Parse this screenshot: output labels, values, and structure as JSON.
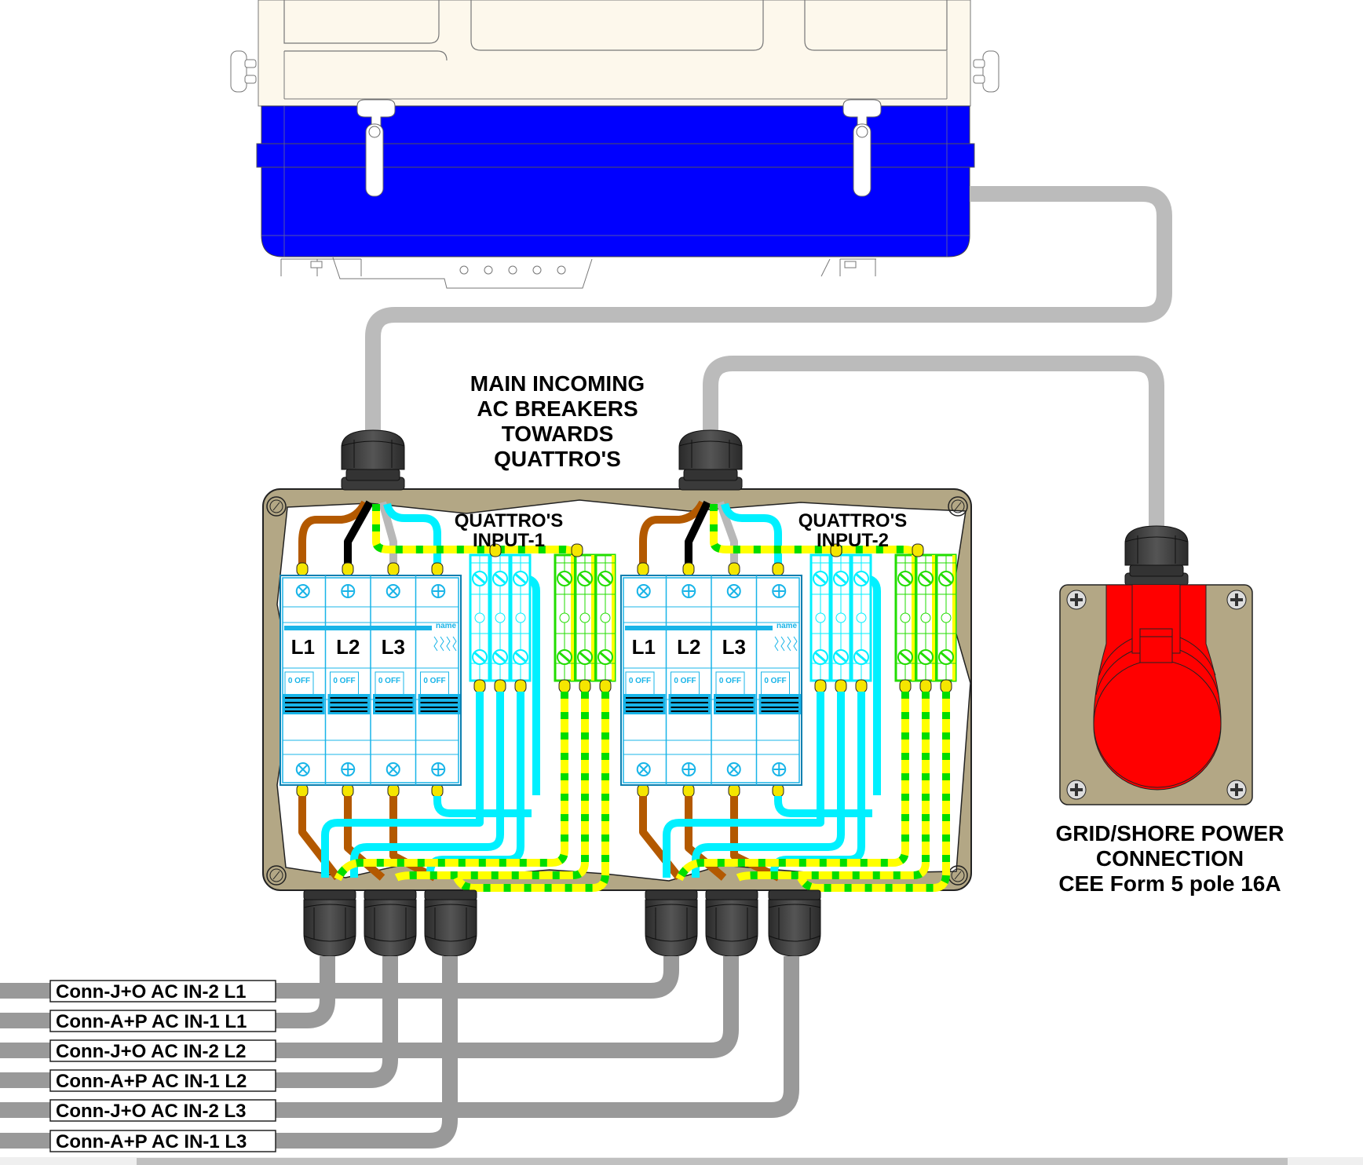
{
  "title": {
    "main_line1": "MAIN INCOMING",
    "main_line2": "AC BREAKERS",
    "main_line3": "TOWARDS",
    "main_line4": "QUATTRO'S"
  },
  "panels": [
    {
      "label_line1": "QUATTRO'S",
      "label_line2": "INPUT-1",
      "breaker_poles": [
        "L1",
        "L2",
        "L3"
      ],
      "off_labels": [
        "0 OFF",
        "0 OFF",
        "0 OFF",
        "0 OFF"
      ],
      "name_tag": "name"
    },
    {
      "label_line1": "QUATTRO'S",
      "label_line2": "INPUT-2",
      "breaker_poles": [
        "L1",
        "L2",
        "L3"
      ],
      "off_labels": [
        "0 OFF",
        "0 OFF",
        "0 OFF",
        "0 OFF"
      ],
      "name_tag": "name"
    }
  ],
  "grid": {
    "line1": "GRID/SHORE POWER",
    "line2": "CONNECTION",
    "line3": "CEE Form 5 pole 16A"
  },
  "connections": [
    {
      "label": "Conn-J+O AC IN-2 L1",
      "to_panel": 2,
      "pole": "L1"
    },
    {
      "label": "Conn-A+P AC IN-1 L1",
      "to_panel": 1,
      "pole": "L1"
    },
    {
      "label": "Conn-J+O AC IN-2 L2",
      "to_panel": 2,
      "pole": "L2"
    },
    {
      "label": "Conn-A+P AC IN-1 L2",
      "to_panel": 1,
      "pole": "L2"
    },
    {
      "label": "Conn-J+O AC IN-2 L3",
      "to_panel": 2,
      "pole": "L3"
    },
    {
      "label": "Conn-A+P AC IN-1 L3",
      "to_panel": 1,
      "pole": "L3"
    }
  ],
  "colors": {
    "cabinet_lid": "#fdf8ec",
    "cabinet_body": "#0000ff",
    "enclosure": "#b3a785",
    "cable": "#bbbbbb",
    "cable_out": "#999999",
    "gland": "#3a3a3a",
    "breaker": "#18b4e8",
    "terminal_neutral": "#00f0ff",
    "terminal_earth": "#22dd00",
    "wire_brown": "#b35900",
    "wire_black": "#000000",
    "wire_grey": "#b8b8b8",
    "wire_blue": "#00f0ff",
    "wire_earth_yellow": "#ffff00",
    "wire_earth_green": "#00dd00",
    "socket_red": "#ff0000",
    "pin_yellow": "#f5e600"
  }
}
